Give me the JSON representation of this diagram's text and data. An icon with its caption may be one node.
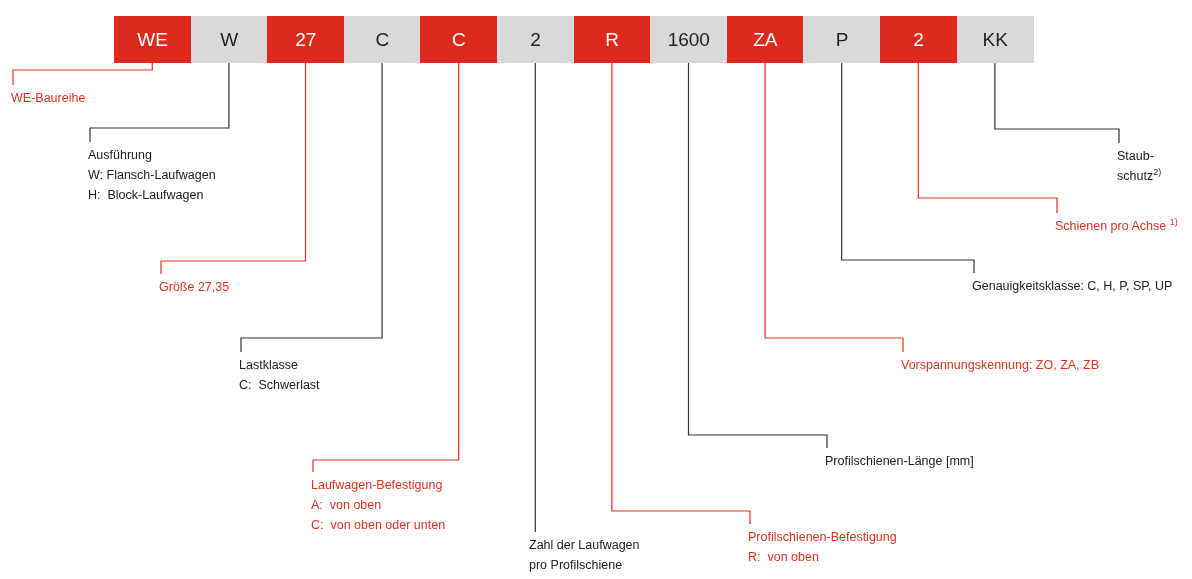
{
  "diagram": {
    "nodes": [
      {
        "text": [
          "WE"
        ]
      },
      {
        "text": [
          "W"
        ]
      },
      {
        "text": [
          "27"
        ]
      },
      {
        "text": [
          "C"
        ]
      },
      {
        "text": [
          "C"
        ]
      },
      {
        "text": [
          "2"
        ]
      },
      {
        "text": [
          "R"
        ]
      },
      {
        "text": [
          "1600"
        ]
      },
      {
        "text": [
          "ZA"
        ]
      },
      {
        "text": [
          "P"
        ]
      },
      {
        "text": [
          "2"
        ]
      },
      {
        "text": [
          "KK"
        ]
      },
      {
        "text": [
          "WE-Baureihe"
        ]
      },
      {
        "text": [
          "Ausführung",
          "W: Flansch-Laufwagen",
          "H:  Block-Laufwagen"
        ]
      },
      {
        "text": [
          "Größe 27,35"
        ]
      },
      {
        "text": [
          "Lastklasse",
          "C:  Schwerlast"
        ]
      },
      {
        "text": [
          "Laufwagen-Befestigung",
          "A:  von oben",
          "C:  von oben oder unten"
        ]
      },
      {
        "text": [
          "Zahl der Laufwagen pro Profilschiene"
        ]
      },
      {
        "text": [
          "Profilschienen-Befestigung",
          "R:  von oben"
        ]
      },
      {
        "text": [
          "Profilschienen-Länge [mm]"
        ]
      },
      {
        "text": [
          "Vorspannungskennung: ZO, ZA, ZB"
        ]
      },
      {
        "text": [
          "Genauigkeitsklasse: C, H, P, SP, UP"
        ]
      },
      {
        "text": [
          "Schienen pro Achse $^{1)}$"
        ]
      },
      {
        "text": [
          "Staub- schutz$^{2)}$"
        ]
      }
    ],
    "edges": [
      {
        "from": 0,
        "to": 12,
        "arrow": "none",
        "color": "#e2321f"
      },
      {
        "from": 1,
        "to": 13,
        "arrow": "none",
        "color": "#333333"
      },
      {
        "from": 2,
        "to": 14,
        "arrow": "none",
        "color": "#e2321f"
      },
      {
        "from": 3,
        "to": 15,
        "arrow": "none",
        "color": "#333333"
      },
      {
        "from": 4,
        "to": 16,
        "arrow": "none",
        "color": "#e2321f"
      },
      {
        "from": 5,
        "to": 17,
        "arrow": "none",
        "color": "#333333"
      },
      {
        "from": 6,
        "to": 18,
        "arrow": "none",
        "color": "#e2321f"
      },
      {
        "from": 7,
        "to": 19,
        "arrow": "none",
        "color": "#333333"
      },
      {
        "from": 8,
        "to": 20,
        "arrow": "none",
        "color": "#e2321f"
      },
      {
        "from": 9,
        "to": 21,
        "arrow": "none",
        "color": "#333333"
      },
      {
        "from": 10,
        "to": 22,
        "arrow": "none",
        "color": "#e2321f"
      },
      {
        "from": 11,
        "to": 23,
        "arrow": "none",
        "color": "#333333"
      }
    ]
  }
}
